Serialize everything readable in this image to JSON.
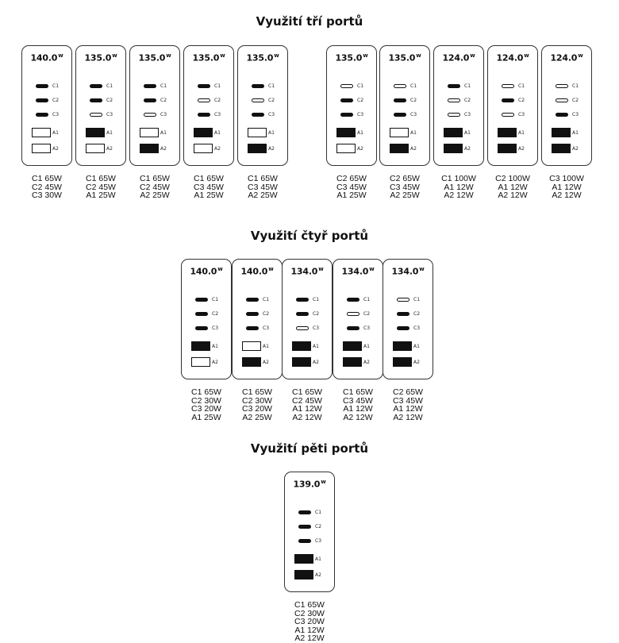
{
  "sections": [
    {
      "title": "Využití tří portů",
      "configs": [
        {
          "power": "140.0",
          "unit": "w",
          "c": [
            true,
            true,
            true
          ],
          "a": [
            false,
            false
          ],
          "alloc": [
            "C1 65W",
            "C2 45W",
            "C3 30W"
          ]
        },
        {
          "power": "135.0",
          "unit": "w",
          "c": [
            true,
            true,
            false
          ],
          "a": [
            true,
            false
          ],
          "alloc": [
            "C1 65W",
            "C2 45W",
            "A1 25W"
          ]
        },
        {
          "power": "135.0",
          "unit": "w",
          "c": [
            true,
            true,
            false
          ],
          "a": [
            false,
            true
          ],
          "alloc": [
            "C1 65W",
            "C2 45W",
            "A2 25W"
          ]
        },
        {
          "power": "135.0",
          "unit": "w",
          "c": [
            true,
            false,
            true
          ],
          "a": [
            true,
            false
          ],
          "alloc": [
            "C1 65W",
            "C3 45W",
            "A1 25W"
          ]
        },
        {
          "power": "135.0",
          "unit": "w",
          "c": [
            true,
            false,
            true
          ],
          "a": [
            false,
            true
          ],
          "alloc": [
            "C1 65W",
            "C3 45W",
            "A2 25W"
          ]
        },
        {
          "power": "135.0",
          "unit": "w",
          "c": [
            false,
            true,
            true
          ],
          "a": [
            true,
            false
          ],
          "alloc": [
            "C2 65W",
            "C3 45W",
            "A1 25W"
          ]
        },
        {
          "power": "135.0",
          "unit": "w",
          "c": [
            false,
            true,
            true
          ],
          "a": [
            false,
            true
          ],
          "alloc": [
            "C2 65W",
            "C3 45W",
            "A2 25W"
          ]
        },
        {
          "power": "124.0",
          "unit": "w",
          "c": [
            true,
            false,
            false
          ],
          "a": [
            true,
            true
          ],
          "alloc": [
            "C1 100W",
            "A1 12W",
            "A2 12W"
          ]
        },
        {
          "power": "124.0",
          "unit": "w",
          "c": [
            false,
            true,
            false
          ],
          "a": [
            true,
            true
          ],
          "alloc": [
            "C2 100W",
            "A1 12W",
            "A2 12W"
          ]
        },
        {
          "power": "124.0",
          "unit": "w",
          "c": [
            false,
            false,
            true
          ],
          "a": [
            true,
            true
          ],
          "alloc": [
            "C3 100W",
            "A1 12W",
            "A2 12W"
          ]
        }
      ]
    },
    {
      "title": "Využití čtyř portů",
      "configs": [
        {
          "power": "140.0",
          "unit": "w",
          "c": [
            true,
            true,
            true
          ],
          "a": [
            true,
            false
          ],
          "alloc": [
            "C1 65W",
            "C2 30W",
            "C3 20W",
            "A1 25W"
          ]
        },
        {
          "power": "140.0",
          "unit": "w",
          "c": [
            true,
            true,
            true
          ],
          "a": [
            false,
            true
          ],
          "alloc": [
            "C1 65W",
            "C2 30W",
            "C3 20W",
            "A2 25W"
          ]
        },
        {
          "power": "134.0",
          "unit": "w",
          "c": [
            true,
            true,
            false
          ],
          "a": [
            true,
            true
          ],
          "alloc": [
            "C1 65W",
            "C2 45W",
            "A1 12W",
            "A2 12W"
          ]
        },
        {
          "power": "134.0",
          "unit": "w",
          "c": [
            true,
            false,
            true
          ],
          "a": [
            true,
            true
          ],
          "alloc": [
            "C1 65W",
            "C3 45W",
            "A1 12W",
            "A2 12W"
          ]
        },
        {
          "power": "134.0",
          "unit": "w",
          "c": [
            false,
            true,
            true
          ],
          "a": [
            true,
            true
          ],
          "alloc": [
            "C2 65W",
            "C3 45W",
            "A1 12W",
            "A2 12W"
          ]
        }
      ]
    },
    {
      "title": "Využití pěti portů",
      "configs": [
        {
          "power": "139.0",
          "unit": "w",
          "c": [
            true,
            true,
            true
          ],
          "a": [
            true,
            true
          ],
          "alloc": [
            "C1 65W",
            "C2 30W",
            "C3 20W",
            "A1 12W",
            "A2 12W"
          ]
        }
      ]
    }
  ],
  "port_labels": {
    "c": [
      "C1",
      "C2",
      "C3"
    ],
    "a": [
      "A1",
      "A2"
    ]
  }
}
